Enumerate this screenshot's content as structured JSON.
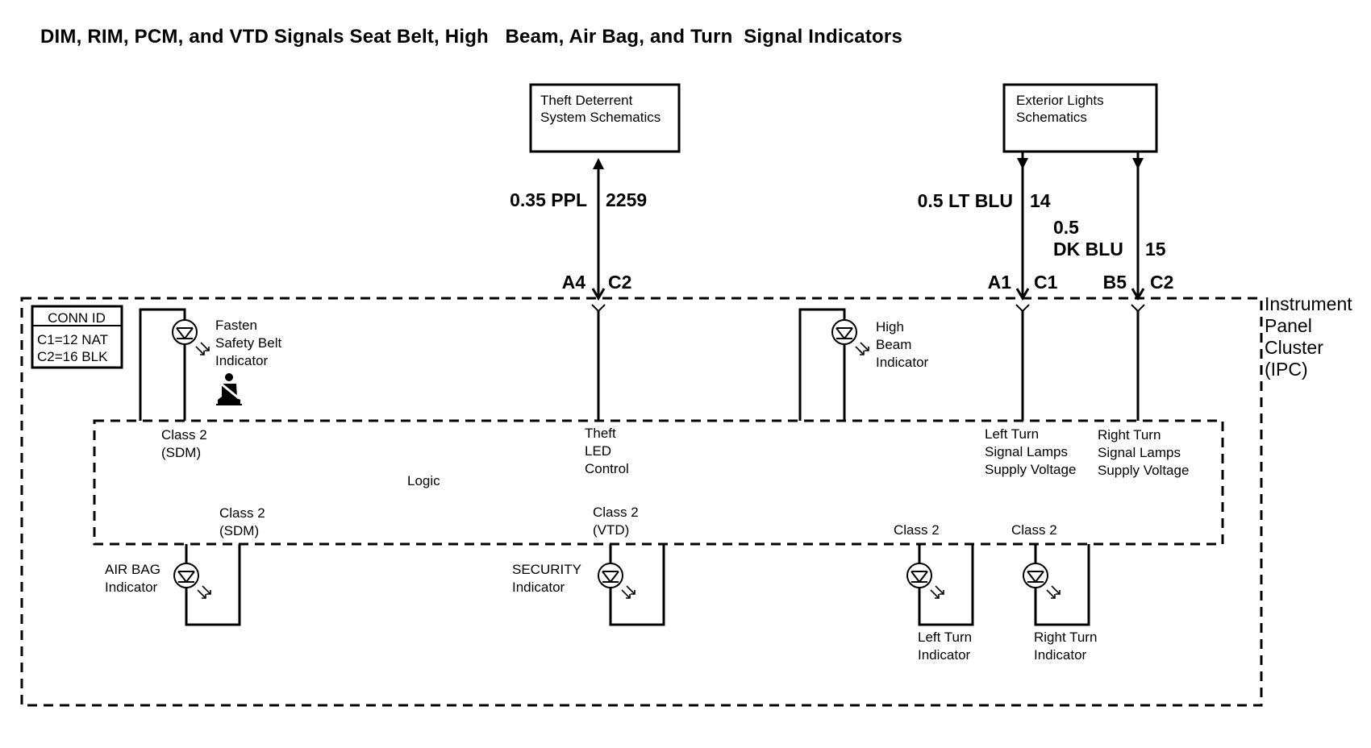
{
  "title": "DIM, RIM, PCM, and VTD Signals Seat Belt, High   Beam, Air Bag, and Turn  Signal Indicators",
  "boxes": {
    "theft": [
      "Theft Deterrent",
      "System Schematics"
    ],
    "exterior": [
      "Exterior Lights",
      "Schematics"
    ]
  },
  "wires": {
    "theft_wire": {
      "color": "0.35 PPL",
      "circuit": "2259",
      "pin": "A4",
      "connector": "C2"
    },
    "left_wire": {
      "color": "0.5 LT BLU",
      "circuit": "14",
      "pin": "A1",
      "connector": "C1"
    },
    "right_wire": {
      "color_line1": "0.5",
      "color_line2": "DK BLU",
      "circuit": "15",
      "pin": "B5",
      "connector": "C2"
    }
  },
  "component": [
    "Instrument",
    "Panel",
    "Cluster",
    "(IPC)"
  ],
  "conn_id": {
    "header": "CONN ID",
    "lines": [
      "C1=12 NAT",
      "C2=16 BLK"
    ]
  },
  "indicators": {
    "seat_belt": [
      "Fasten",
      "Safety Belt",
      "Indicator"
    ],
    "high_beam": [
      "High",
      "Beam",
      "Indicator"
    ],
    "air_bag": [
      "AIR BAG",
      "Indicator"
    ],
    "security": [
      "SECURITY",
      "Indicator"
    ],
    "left_turn": [
      "Left Turn",
      "Indicator"
    ],
    "right_turn": [
      "Right Turn",
      "Indicator"
    ]
  },
  "logic": {
    "label": "Logic",
    "class2_sdm_top": [
      "Class 2",
      "(SDM)"
    ],
    "theft_led": [
      "Theft",
      "LED",
      "Control"
    ],
    "left_supply": [
      "Left Turn",
      "Signal Lamps",
      "Supply Voltage"
    ],
    "right_supply": [
      "Right Turn",
      "Signal Lamps",
      "Supply Voltage"
    ],
    "class2_sdm_bottom": [
      "Class 2",
      "(SDM)"
    ],
    "class2_vtd": [
      "Class 2",
      "(VTD)"
    ],
    "class2_left": "Class 2",
    "class2_right": "Class 2"
  }
}
